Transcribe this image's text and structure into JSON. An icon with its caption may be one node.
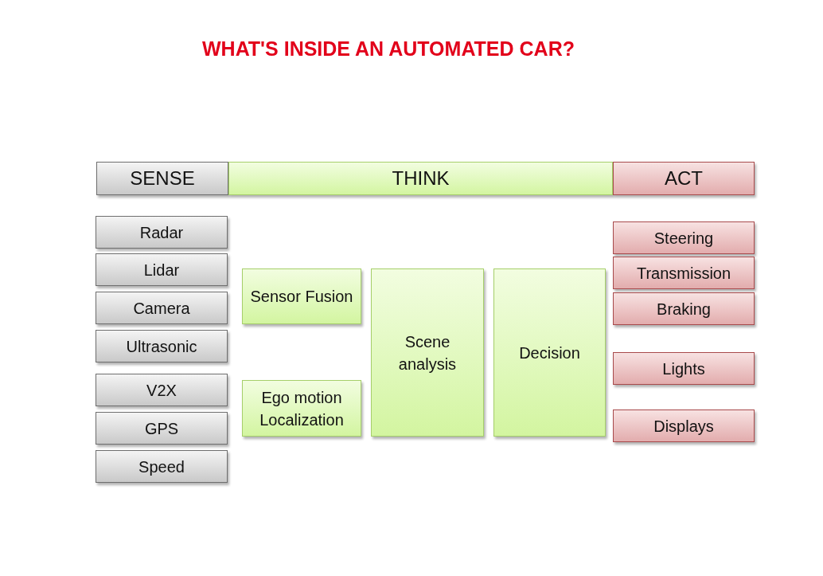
{
  "diagram": {
    "title": "WHAT'S INSIDE AN AUTOMATED CAR?",
    "nodes": [
      {
        "text": [
          "SENSE"
        ]
      },
      {
        "text": [
          "THINK"
        ]
      },
      {
        "text": [
          "ACT"
        ]
      },
      {
        "text": [
          "Radar"
        ]
      },
      {
        "text": [
          "Lidar"
        ]
      },
      {
        "text": [
          "Camera"
        ]
      },
      {
        "text": [
          "Ultrasonic"
        ]
      },
      {
        "text": [
          "V2X"
        ]
      },
      {
        "text": [
          "GPS"
        ]
      },
      {
        "text": [
          "Speed"
        ]
      },
      {
        "text": [
          "Sensor Fusion"
        ]
      },
      {
        "text": [
          "Ego motion Localization"
        ]
      },
      {
        "text": [
          "Scene analysis"
        ]
      },
      {
        "text": [
          "Decision"
        ]
      },
      {
        "text": [
          "Steering"
        ]
      },
      {
        "text": [
          "Transmission"
        ]
      },
      {
        "text": [
          "Braking"
        ]
      },
      {
        "text": [
          "Lights"
        ]
      },
      {
        "text": [
          "Displays"
        ]
      }
    ],
    "edges": []
  }
}
